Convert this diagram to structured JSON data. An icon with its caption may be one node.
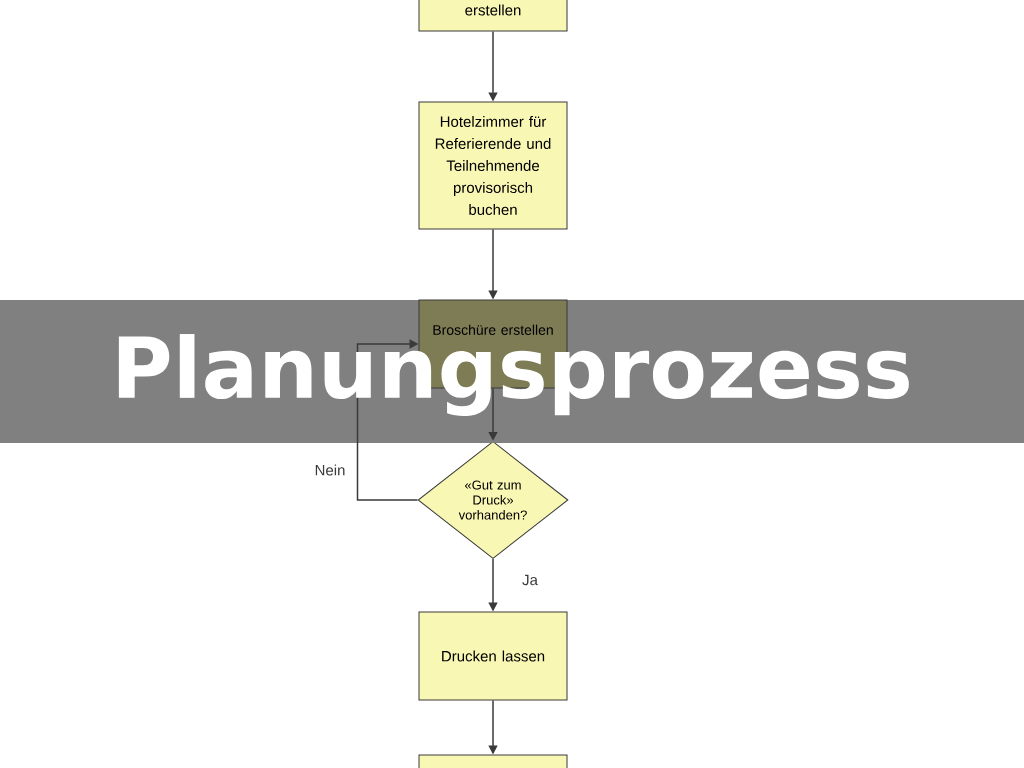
{
  "diagram": {
    "title": "Planungsprozess",
    "nodes": [
      {
        "text": [
          "erstellen"
        ]
      },
      {
        "text": [
          "Hotelzimmer für Referierende und Teilnehmende provisorisch buchen"
        ]
      },
      {
        "text": [
          "Broschüre erstellen"
        ]
      },
      {
        "text": [
          "«Gut zum Druck» vorhanden?"
        ]
      },
      {
        "text": [
          "Drucken lassen"
        ]
      },
      {
        "text": [],
        "shape": "box"
      }
    ],
    "edges": [
      {
        "from": 0,
        "to": 1,
        "arrow": "to"
      },
      {
        "from": 1,
        "to": 2,
        "arrow": "to"
      },
      {
        "from": 2,
        "to": 3,
        "arrow": "to"
      },
      {
        "from": 3,
        "to": 2,
        "arrow": "to",
        "label": "Nein"
      },
      {
        "from": 3,
        "to": 4,
        "arrow": "to",
        "label": "Ja"
      },
      {
        "from": 4,
        "to": 5,
        "arrow": "to"
      }
    ]
  }
}
